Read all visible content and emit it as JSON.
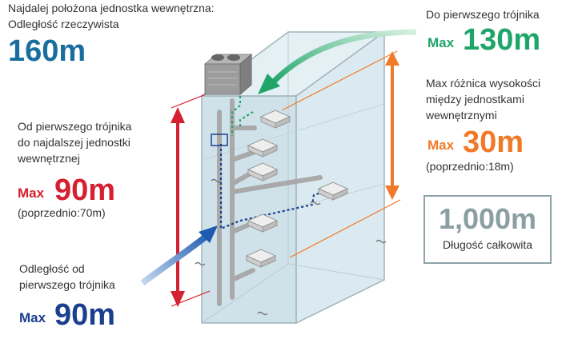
{
  "top_left": {
    "line1": "Najdalej położona jednostka wewnętrzna:",
    "line2": "Odległość rzeczywista",
    "value": "160m",
    "value_color": "#1a6e9e"
  },
  "top_right": {
    "label": "Do pierwszego trójnika",
    "max": "Max",
    "value": "130m",
    "color": "#1fa56a"
  },
  "height_diff": {
    "line1": "Max różnica wysokości",
    "line2": "między jednostkami",
    "line3": "wewnętrznymi",
    "max": "Max",
    "value": "30m",
    "previous": "(poprzednio:18m)",
    "color": "#f07a28"
  },
  "branch_to_farthest": {
    "line1": "Od pierwszego trójnika",
    "line2": "do najdalszej jednostki",
    "line3": "wewnętrznej",
    "max": "Max",
    "value": "90m",
    "previous": "(poprzednio:70m)",
    "color": "#d42030"
  },
  "first_branch": {
    "line1": "Odległość od",
    "line2": "pierwszego trójnika",
    "max": "Max",
    "value": "90m",
    "color": "#1b3f8f"
  },
  "total": {
    "value": "1,000m",
    "label": "Długość całkowita",
    "value_color": "#8a9ea4"
  },
  "colors": {
    "building_fill": "#d6e7ee",
    "building_edge": "#9fb3ba",
    "pipe": "#a9a9a9",
    "dotted_pipe_blue": "#1b3f8f",
    "dotted_pipe_green": "#1fa56a"
  },
  "icons": [
    "outdoor-unit-icon",
    "indoor-unit-icon",
    "break-mark-icon"
  ]
}
